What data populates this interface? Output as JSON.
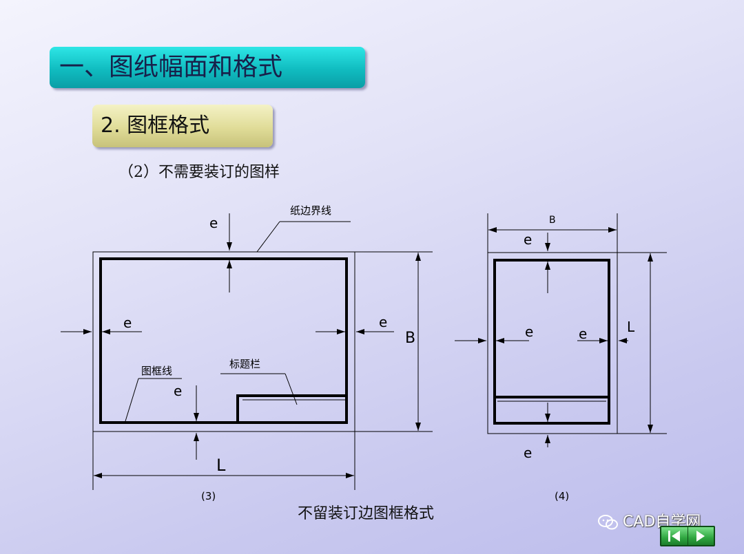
{
  "slide": {
    "title": "一、图纸幅面和格式",
    "subtitle_box": "2. 图框格式",
    "subtitle": "（2）不需要装订的图样",
    "caption": "不留装订边图框格式"
  },
  "diagram": {
    "left": {
      "label_paper_border": "纸边界线",
      "label_frame_line": "图框线",
      "label_title_block": "标题栏",
      "dim_e": "e",
      "dim_B": "B",
      "dim_L": "L",
      "figure_number": "(3)"
    },
    "right": {
      "dim_B": "B",
      "dim_L": "L",
      "dim_e": "e",
      "figure_number": "(4)"
    }
  },
  "watermark": {
    "text": "CAD自学网",
    "icon": "wechat-icon"
  },
  "nav": {
    "prev_icon": "previous-arrow-icon",
    "next_icon": "next-arrow-icon"
  },
  "colors": {
    "title_bar": "#10bcc0",
    "sub_bar": "#e0dc98",
    "line": "#000000",
    "nav_button": "#2fa640"
  }
}
